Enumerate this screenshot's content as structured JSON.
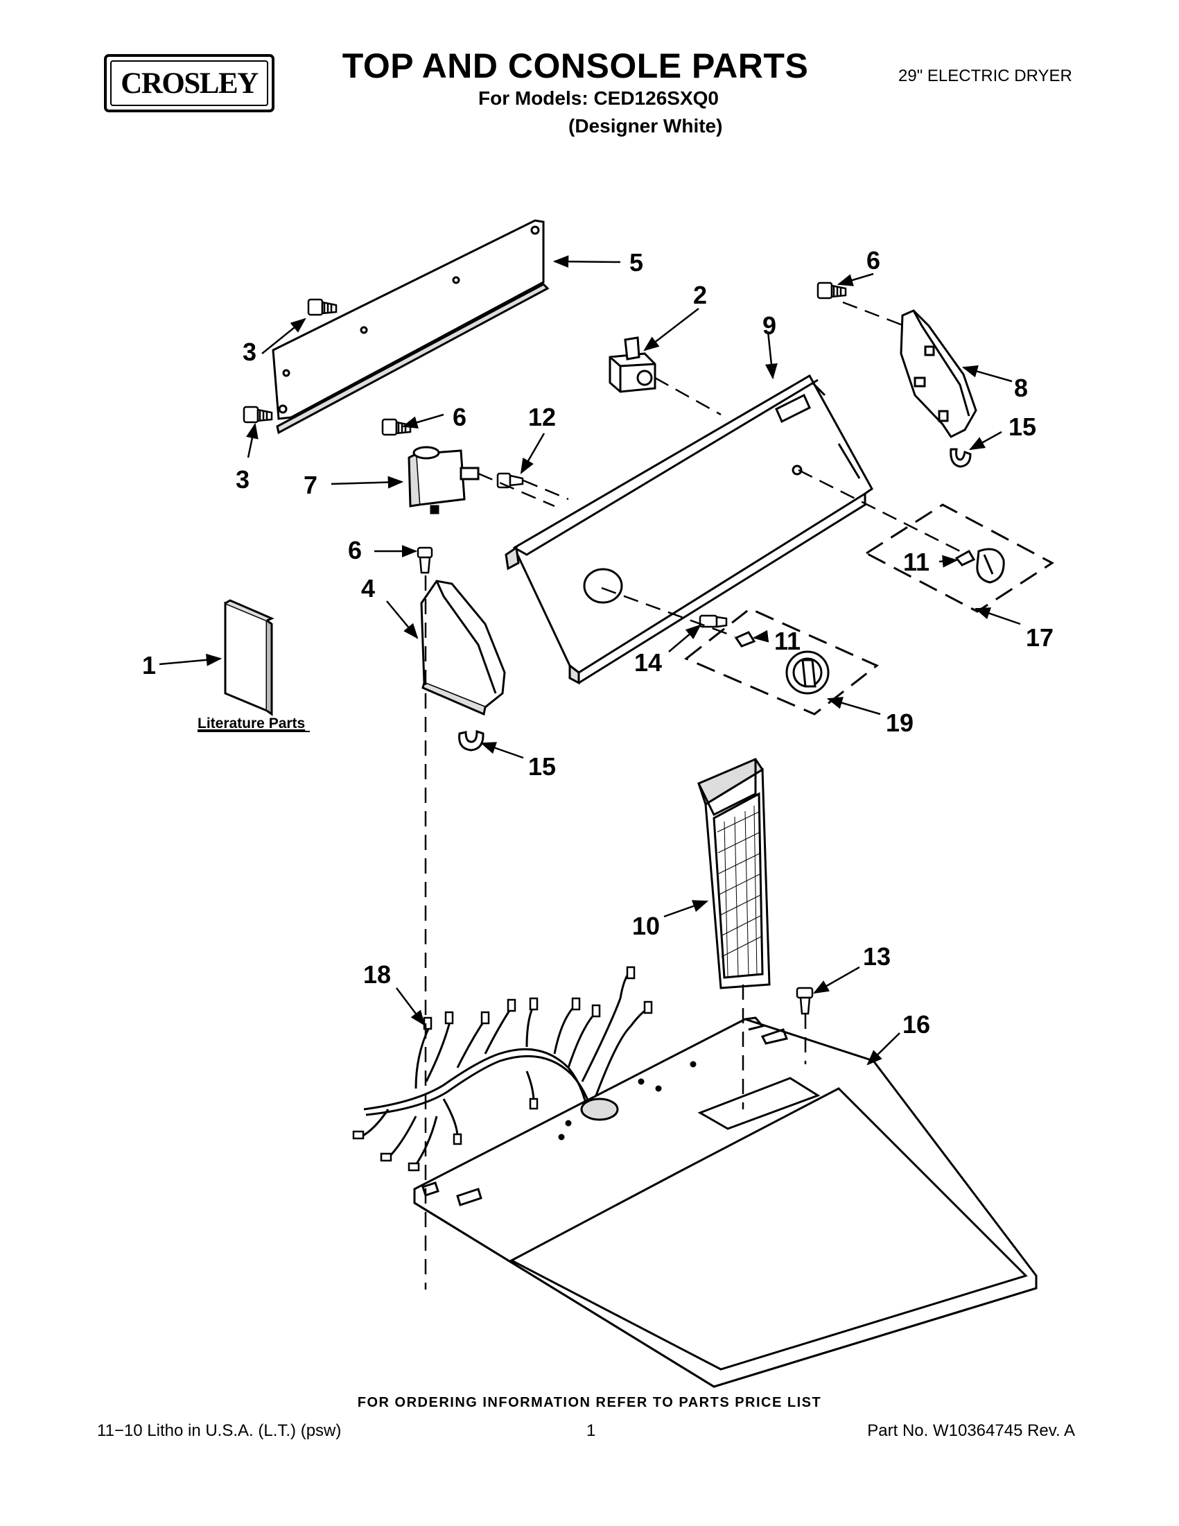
{
  "header": {
    "brand": "CROSLEY",
    "title": "TOP AND CONSOLE PARTS",
    "models_line": "For Models: CED126SXQ0",
    "color_line": "(Designer White)",
    "product": "29\" ELECTRIC DRYER"
  },
  "callouts": {
    "c1": "1",
    "c2": "2",
    "c3a": "3",
    "c3b": "3",
    "c4": "4",
    "c5": "5",
    "c6a": "6",
    "c6b": "6",
    "c6c": "6",
    "c7": "7",
    "c8": "8",
    "c9": "9",
    "c10": "10",
    "c11a": "11",
    "c11b": "11",
    "c12": "12",
    "c13": "13",
    "c14": "14",
    "c15a": "15",
    "c15b": "15",
    "c16": "16",
    "c17": "17",
    "c18": "18",
    "c19": "19"
  },
  "literature_label": "Literature Parts",
  "footer": {
    "ordering": "FOR ORDERING INFORMATION REFER TO PARTS PRICE LIST",
    "litho": "11−10 Litho in U.S.A. (L.T.) (psw)",
    "page": "1",
    "part_no": "Part No. W10364745 Rev. A"
  }
}
